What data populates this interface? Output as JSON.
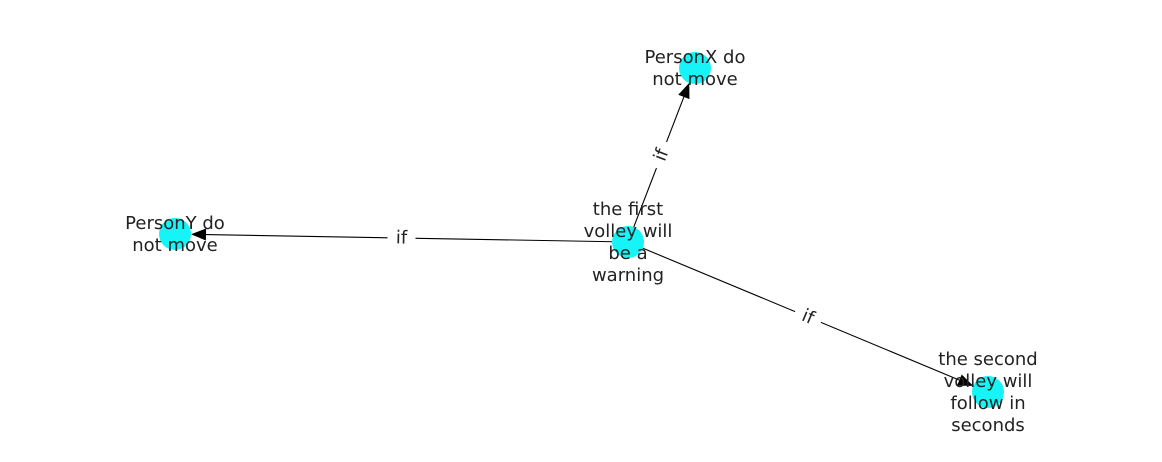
{
  "diagram": {
    "node_color": "#16f4f7",
    "edge_color": "#000000",
    "nodes": [
      {
        "id": "center",
        "label_lines": [
          "the first",
          "volley will",
          "be a",
          "warning"
        ]
      },
      {
        "id": "personx",
        "label_lines": [
          "PersonX do",
          "not move"
        ]
      },
      {
        "id": "persony",
        "label_lines": [
          "PersonY do",
          "not move"
        ]
      },
      {
        "id": "second",
        "label_lines": [
          "the second",
          "volley will",
          "follow in",
          "seconds"
        ]
      }
    ],
    "edges": [
      {
        "from": "center",
        "to": "personx",
        "label": "if"
      },
      {
        "from": "center",
        "to": "persony",
        "label": "if"
      },
      {
        "from": "center",
        "to": "second",
        "label": "if"
      }
    ]
  }
}
